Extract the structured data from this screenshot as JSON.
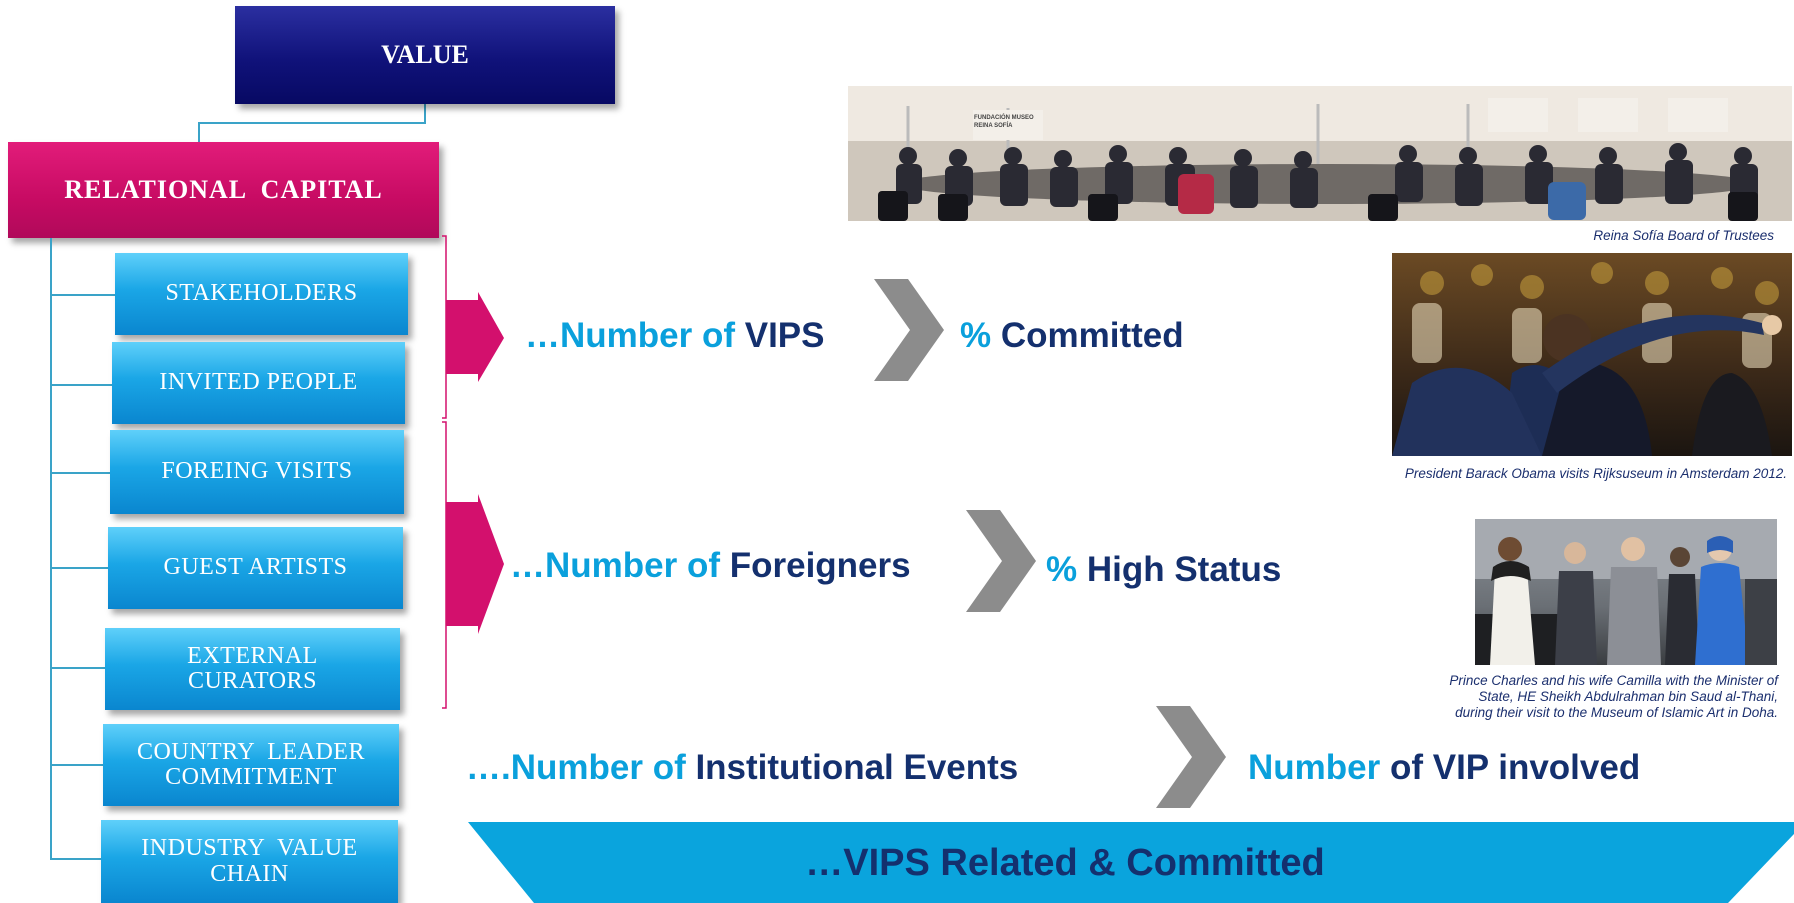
{
  "hierarchy": {
    "root": "VALUE",
    "parent": "RELATIONAL  CAPITAL",
    "items": [
      {
        "label": "STAKEHOLDERS"
      },
      {
        "label": "INVITED PEOPLE"
      },
      {
        "label": "FOREING VISITS"
      },
      {
        "label": "GUEST ARTISTS"
      },
      {
        "label_lines": [
          "EXTERNAL",
          "CURATORS"
        ]
      },
      {
        "label_lines": [
          "COUNTRY  LEADER",
          "COMMITMENT"
        ]
      },
      {
        "label_lines": [
          "INDUSTRY  VALUE",
          "CHAIN"
        ]
      }
    ]
  },
  "metrics": [
    {
      "left_prefix": "…Number of ",
      "left_main": "VIPS",
      "right_prefix": "% ",
      "right_main": "Committed"
    },
    {
      "left_prefix": "…Number of ",
      "left_main": "Foreigners",
      "right_prefix": "% ",
      "right_main": "High Status"
    },
    {
      "left_prefix": "….Number of ",
      "left_main": "Institutional Events",
      "right_prefix": "Number ",
      "right_main": "of VIP involved"
    }
  ],
  "banner": {
    "text": "…VIPS Related & Committed"
  },
  "photos": [
    {
      "caption": "Reina Sofía Board of Trustees",
      "sign_text": "FUNDACIÓN MUSEO REINA SOFÍA"
    },
    {
      "caption": "President Barack Obama visits Rijksuseum in Amsterdam 2012."
    },
    {
      "caption_lines": [
        "Prince Charles and his wife Camilla with the Minister of",
        "State, HE Sheikh Abdulrahman bin Saud al-Thani,",
        "during their visit to the Museum of Islamic Art in Doha."
      ]
    }
  ],
  "colors": {
    "navy": "#14306e",
    "cyan": "#0aa0dc",
    "magenta": "#d3106d",
    "arrow_gray": "#8c8c8c"
  }
}
